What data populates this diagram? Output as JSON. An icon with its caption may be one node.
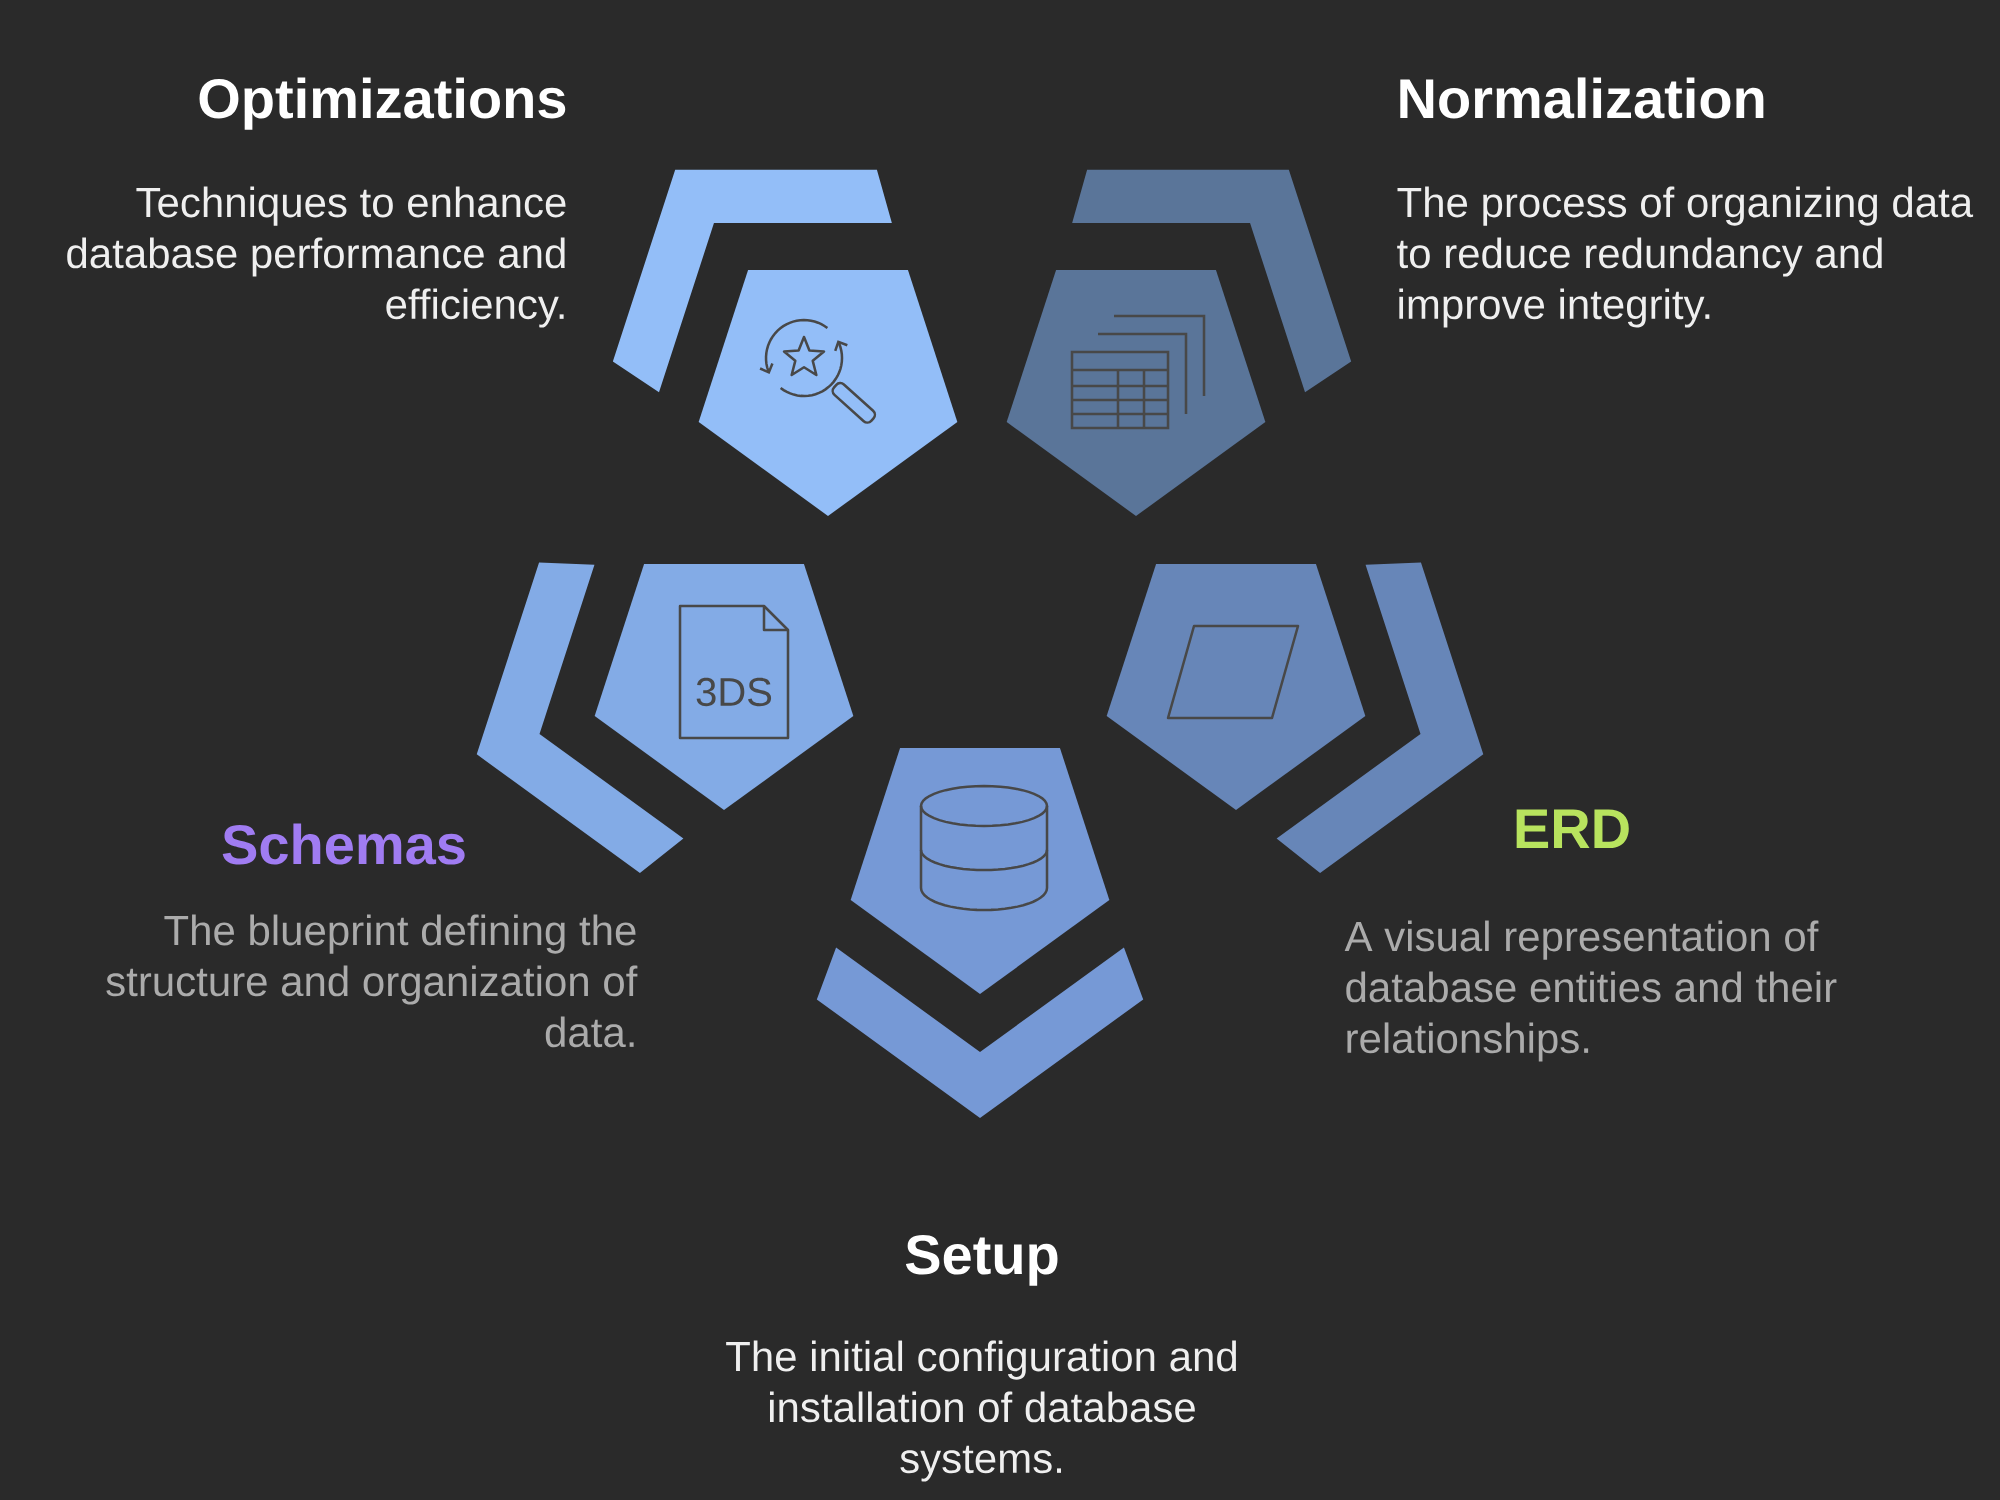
{
  "diagram": {
    "nodes": [
      {
        "text": [],
        "shape": "pentagon"
      },
      {
        "text": [],
        "shape": "pentagon"
      },
      {
        "text": [],
        "shape": "pentagon"
      },
      {
        "text": [],
        "shape": "pentagon"
      },
      {
        "text": [],
        "shape": "pentagon"
      },
      {
        "text": [],
        "shape": "chevron",
        "beside": [
          "Optimizations",
          "Techniques to enhance database performance and efficiency."
        ]
      },
      {
        "text": [],
        "shape": "chevron",
        "beside": [
          "Normalization",
          "The process of organizing data to reduce redundancy and improve integrity."
        ]
      },
      {
        "text": [],
        "shape": "chevron",
        "beside": [
          "Schemas",
          "The blueprint defining the structure and organization of data."
        ]
      },
      {
        "text": [],
        "shape": "chevron",
        "beside": [
          "ERD",
          "A visual representation of database entities and their relationships."
        ]
      },
      {
        "text": [],
        "shape": "chevron",
        "beside": [
          "Setup",
          "The initial configuration and installation of database systems."
        ]
      }
    ],
    "labels": [
      "3DS"
    ]
  }
}
